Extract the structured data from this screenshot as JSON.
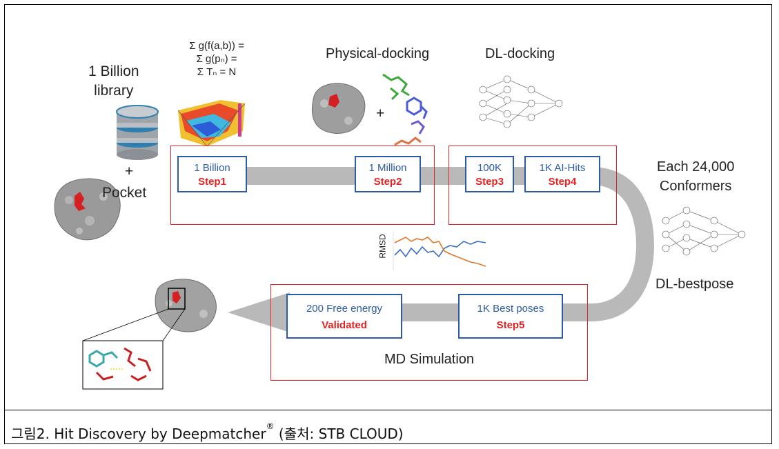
{
  "labels": {
    "library": "1 Billion\nlibrary",
    "plus1": "+",
    "pocket": "Pocket",
    "formula1": "Σ g(f(a,b)) =",
    "formula2": "Σ g(pₙ) =",
    "formula3": "Σ Tₙ = N",
    "physical": "Physical-docking",
    "plus2": "+",
    "dl_docking": "DL-docking",
    "conformers": "Each 24,000\nConformers",
    "dl_bestpose": "DL-bestpose",
    "rmsd": "RMSD",
    "md_sim": "MD Simulation"
  },
  "steps": {
    "s1": {
      "top": "1 Billion",
      "bottom": "Step1"
    },
    "s2": {
      "top": "1 Million",
      "bottom": "Step2"
    },
    "s3": {
      "top": "100K",
      "bottom": "Step3"
    },
    "s4": {
      "top": "1K AI-Hits",
      "bottom": "Step4"
    },
    "s5": {
      "top": "1K Best poses",
      "bottom": "Step5"
    },
    "s6": {
      "top": "200 Free energy",
      "bottom": "Validated"
    }
  },
  "caption": {
    "main": "그림2. Hit Discovery by Deepmatcher",
    "sup": "®",
    "tail": " (출처: STB CLOUD)"
  },
  "colors": {
    "accent_red": "#e52222",
    "step_blue": "#2a5aa8",
    "arrow_gray": "#b9b9b9",
    "rmsd_blue": "#3a6fc4",
    "rmsd_orange": "#e0782c"
  }
}
